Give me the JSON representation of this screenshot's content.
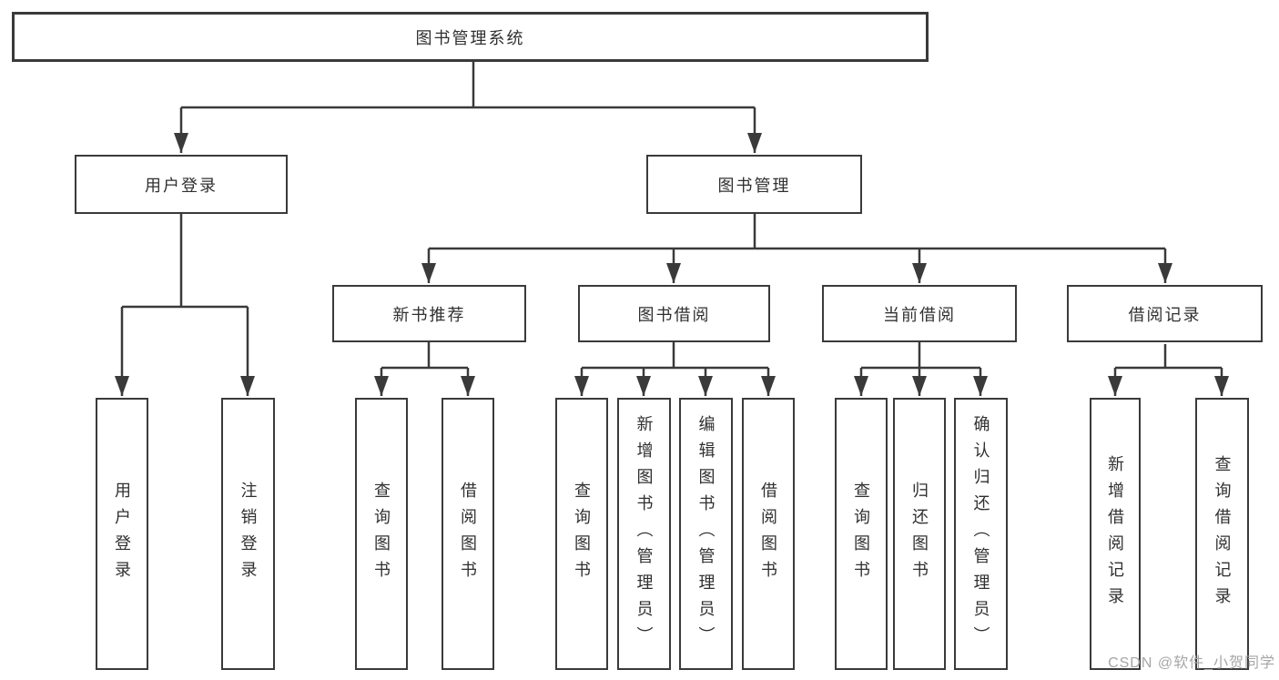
{
  "tree": {
    "root": {
      "label": "图书管理系统"
    },
    "branches": [
      {
        "label": "用户登录",
        "leaves": [
          "用户登录",
          "注销登录"
        ]
      },
      {
        "label": "图书管理",
        "groups": [
          {
            "label": "新书推荐",
            "leaves": [
              "查询图书",
              "借阅图书"
            ]
          },
          {
            "label": "图书借阅",
            "leaves": [
              "查询图书",
              "新增图书（管理员）",
              "编辑图书（管理员）",
              "借阅图书"
            ]
          },
          {
            "label": "当前借阅",
            "leaves": [
              "查询图书",
              "归还图书",
              "确认归还（管理员）"
            ]
          },
          {
            "label": "借阅记录",
            "leaves": [
              "新增借阅记录",
              "查询借阅记录"
            ]
          }
        ]
      }
    ]
  },
  "watermark": "CSDN @软件_小贺同学",
  "colors": {
    "line": "#3a3a3a",
    "text": "#303030",
    "watermark": "#a6a6a6",
    "background": "#ffffff"
  }
}
